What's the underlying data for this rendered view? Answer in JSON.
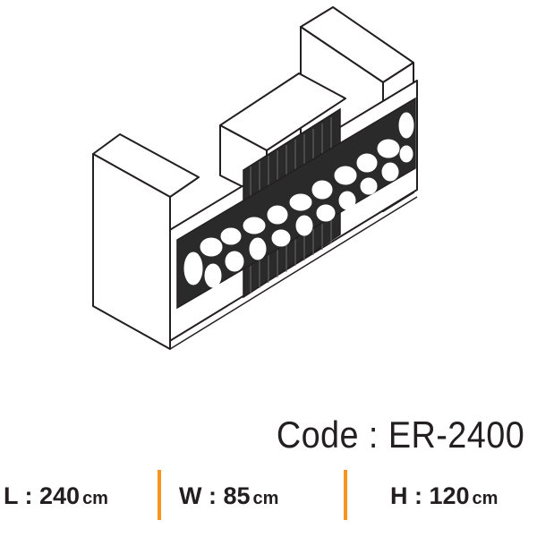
{
  "product": {
    "code_text": "Code : ER-2400"
  },
  "dimensions": [
    {
      "label": "L : 240",
      "unit": "cm"
    },
    {
      "label": "W : 85",
      "unit": "cm"
    },
    {
      "label": "H : 120",
      "unit": "cm"
    }
  ],
  "colors": {
    "separator": "#f7941d",
    "ink": "#231f20",
    "panel_dark": "#2a2a2a"
  }
}
